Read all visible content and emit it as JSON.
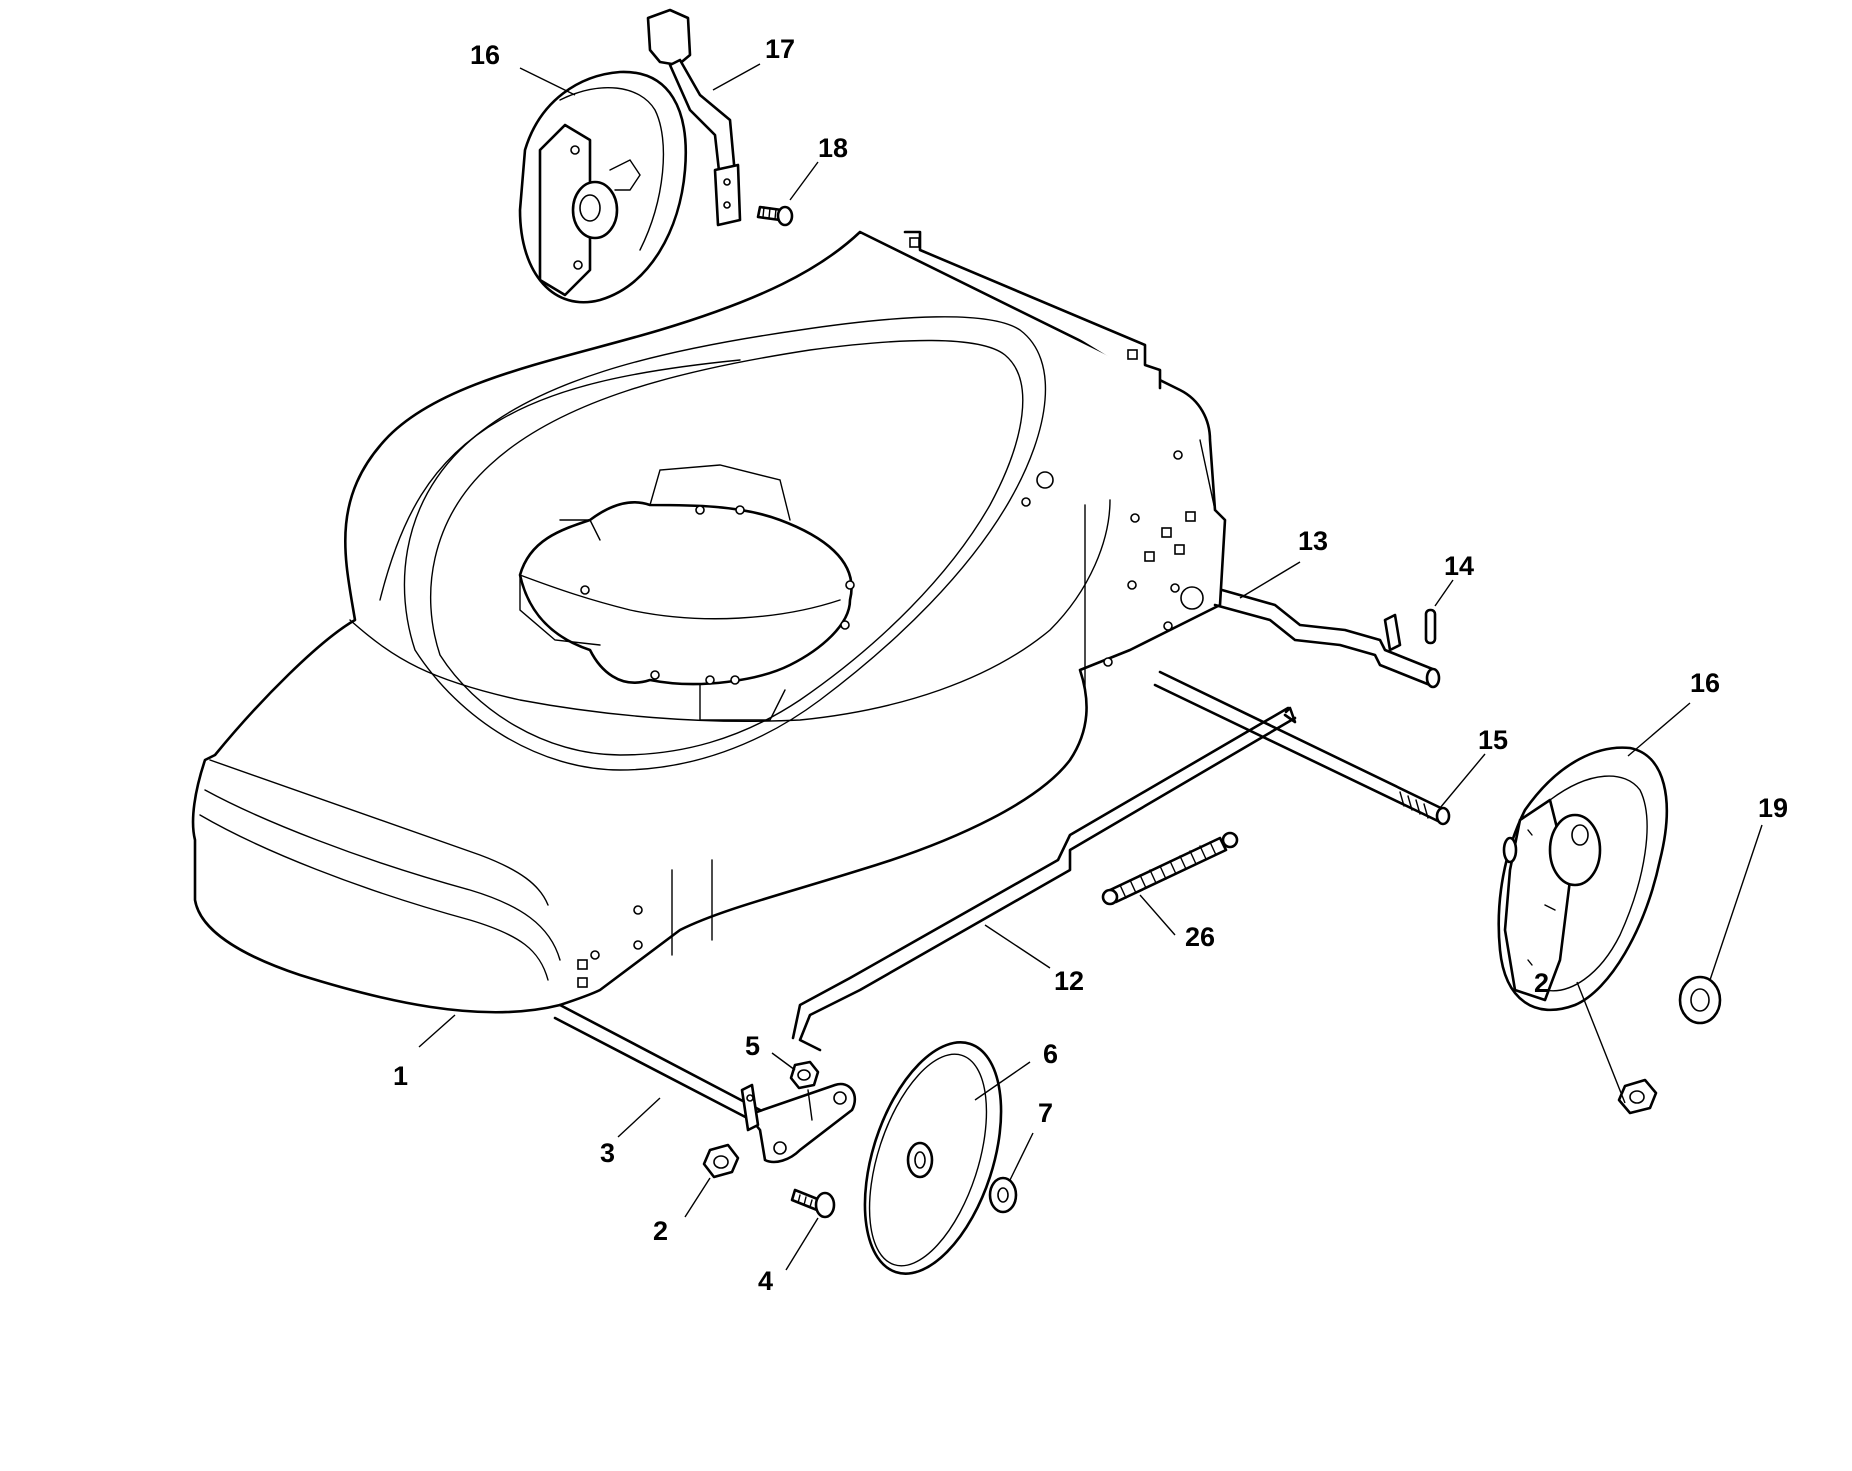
{
  "diagram": {
    "callouts": [
      {
        "id": "c1",
        "label": "1"
      },
      {
        "id": "c2a",
        "label": "2"
      },
      {
        "id": "c2b",
        "label": "2"
      },
      {
        "id": "c3",
        "label": "3"
      },
      {
        "id": "c4",
        "label": "4"
      },
      {
        "id": "c5",
        "label": "5"
      },
      {
        "id": "c6",
        "label": "6"
      },
      {
        "id": "c7",
        "label": "7"
      },
      {
        "id": "c12",
        "label": "12"
      },
      {
        "id": "c13",
        "label": "13"
      },
      {
        "id": "c14",
        "label": "14"
      },
      {
        "id": "c15",
        "label": "15"
      },
      {
        "id": "c16a",
        "label": "16"
      },
      {
        "id": "c16b",
        "label": "16"
      },
      {
        "id": "c17",
        "label": "17"
      },
      {
        "id": "c18",
        "label": "18"
      },
      {
        "id": "c19",
        "label": "19"
      },
      {
        "id": "c26",
        "label": "26"
      }
    ]
  }
}
